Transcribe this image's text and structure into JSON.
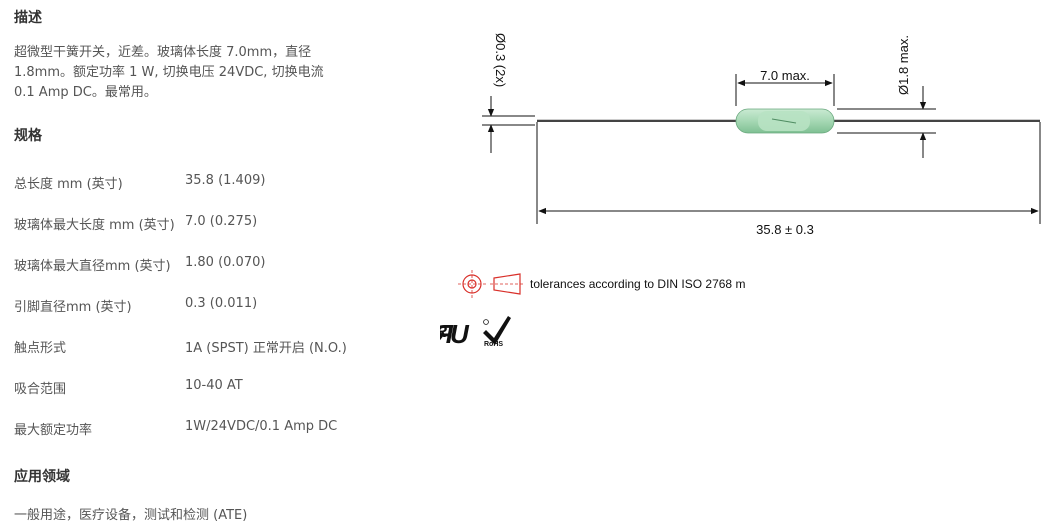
{
  "description": {
    "heading": "描述",
    "text_line1": "超微型干簧开关，近差。玻璃体长度  7.0mm，直径",
    "text_line2": "1.8mm。额定功率 1 W, 切换电压 24VDC, 切换电流",
    "text_line3": "0.1 Amp DC。最常用。"
  },
  "specs": {
    "heading": "规格",
    "rows": [
      {
        "label": "总长度 mm (英寸)",
        "value": "35.8 (1.409)"
      },
      {
        "label": "玻璃体最大长度 mm (英寸)",
        "value": "7.0 (0.275)"
      },
      {
        "label": "玻璃体最大直径mm (英寸)",
        "value": "1.80 (0.070)"
      },
      {
        "label": "引脚直径mm (英寸)",
        "value": "0.3 (0.011)"
      },
      {
        "label": "触点形式",
        "value": "1A (SPST) 正常开启 (N.O.)"
      },
      {
        "label": "吸合范围",
        "value": "10-40 AT"
      },
      {
        "label": "最大额定功率",
        "value": "1W/24VDC/0.1 Amp DC"
      }
    ]
  },
  "applications": {
    "heading": "应用领域",
    "text": "一般用途，医疗设备，测试和检测 (ATE)"
  },
  "drawing": {
    "lead_diameter_label": "Ø0.3 (2x)",
    "glass_length_label": "7.0 max.",
    "glass_diameter_label": "Ø1.8 max.",
    "overall_length_label": "35.8 ± 0.3",
    "tolerance_note": "tolerances according to DIN ISO 2768 m",
    "rohs_text": "RoHS",
    "glass_color": "#a6d8b4",
    "tolerance_symbol_color": "#d9302a"
  }
}
